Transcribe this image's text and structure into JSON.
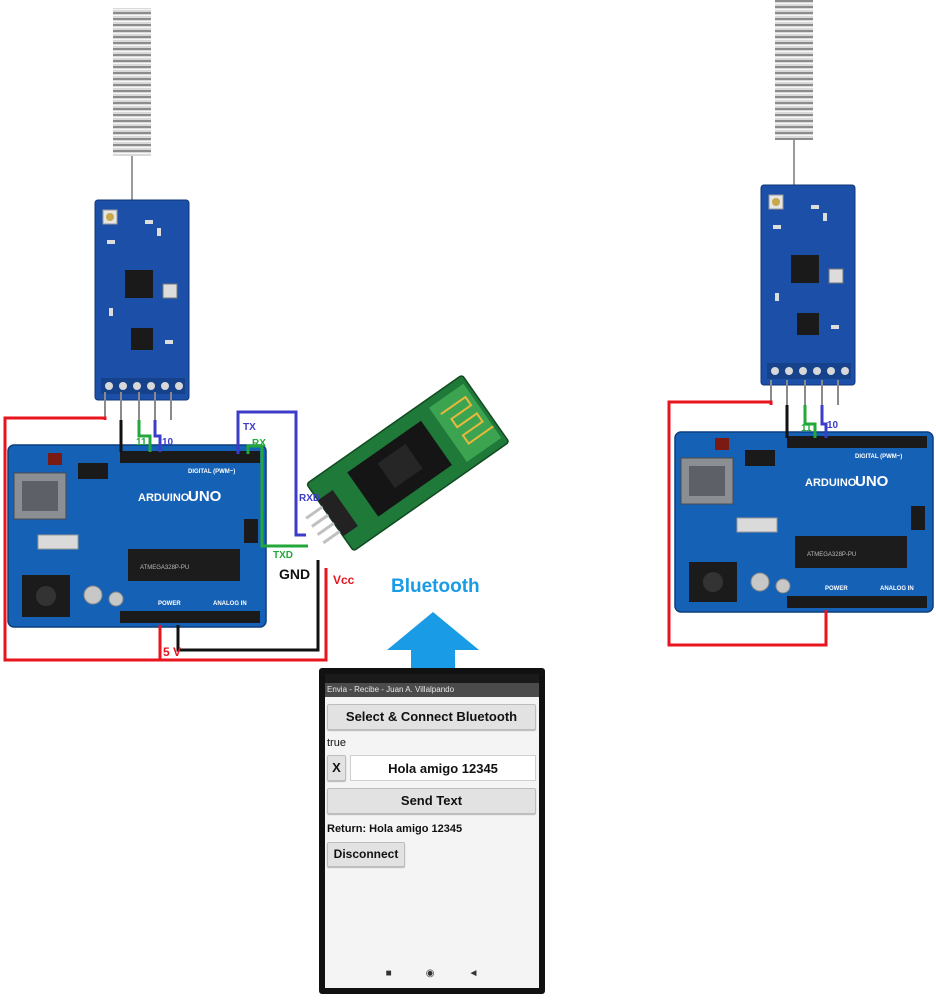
{
  "labels": {
    "d11_left": "11",
    "d10_left": "10",
    "tx": "TX",
    "rx": "RX",
    "rxd": "RXD",
    "txd": "TXD",
    "gnd": "GND",
    "vcc": "Vcc",
    "five_v": "5 V",
    "bluetooth": "Bluetooth",
    "d11_right": "11",
    "d10_right": "10"
  },
  "board": {
    "brand": "ARDUINO",
    "model": "UNO",
    "digital_header": "DIGITAL (PWM~)",
    "power_header": "POWER",
    "analog_header": "ANALOG IN",
    "chip": "ATMEGA328P-PU"
  },
  "app": {
    "title": "Envia - Recibe - Juan A. Villalpando",
    "connect_label": "Select & Connect Bluetooth",
    "status": "true",
    "clear_label": "X",
    "message_value": "Hola amigo 12345",
    "send_label": "Send Text",
    "return_text": "Return: Hola amigo 12345",
    "disconnect_label": "Disconnect",
    "nav_square": "■",
    "nav_circle": "◉",
    "nav_back": "◄"
  },
  "colors": {
    "wire_red": "#e8141e",
    "wire_black": "#111111",
    "wire_green": "#22a83a",
    "wire_blue": "#3c3cc8",
    "arrow_blue": "#1a9be6",
    "board_blue": "#1561b5",
    "radio_blue": "#1b4fa8",
    "bt_green": "#1f7a3a"
  }
}
